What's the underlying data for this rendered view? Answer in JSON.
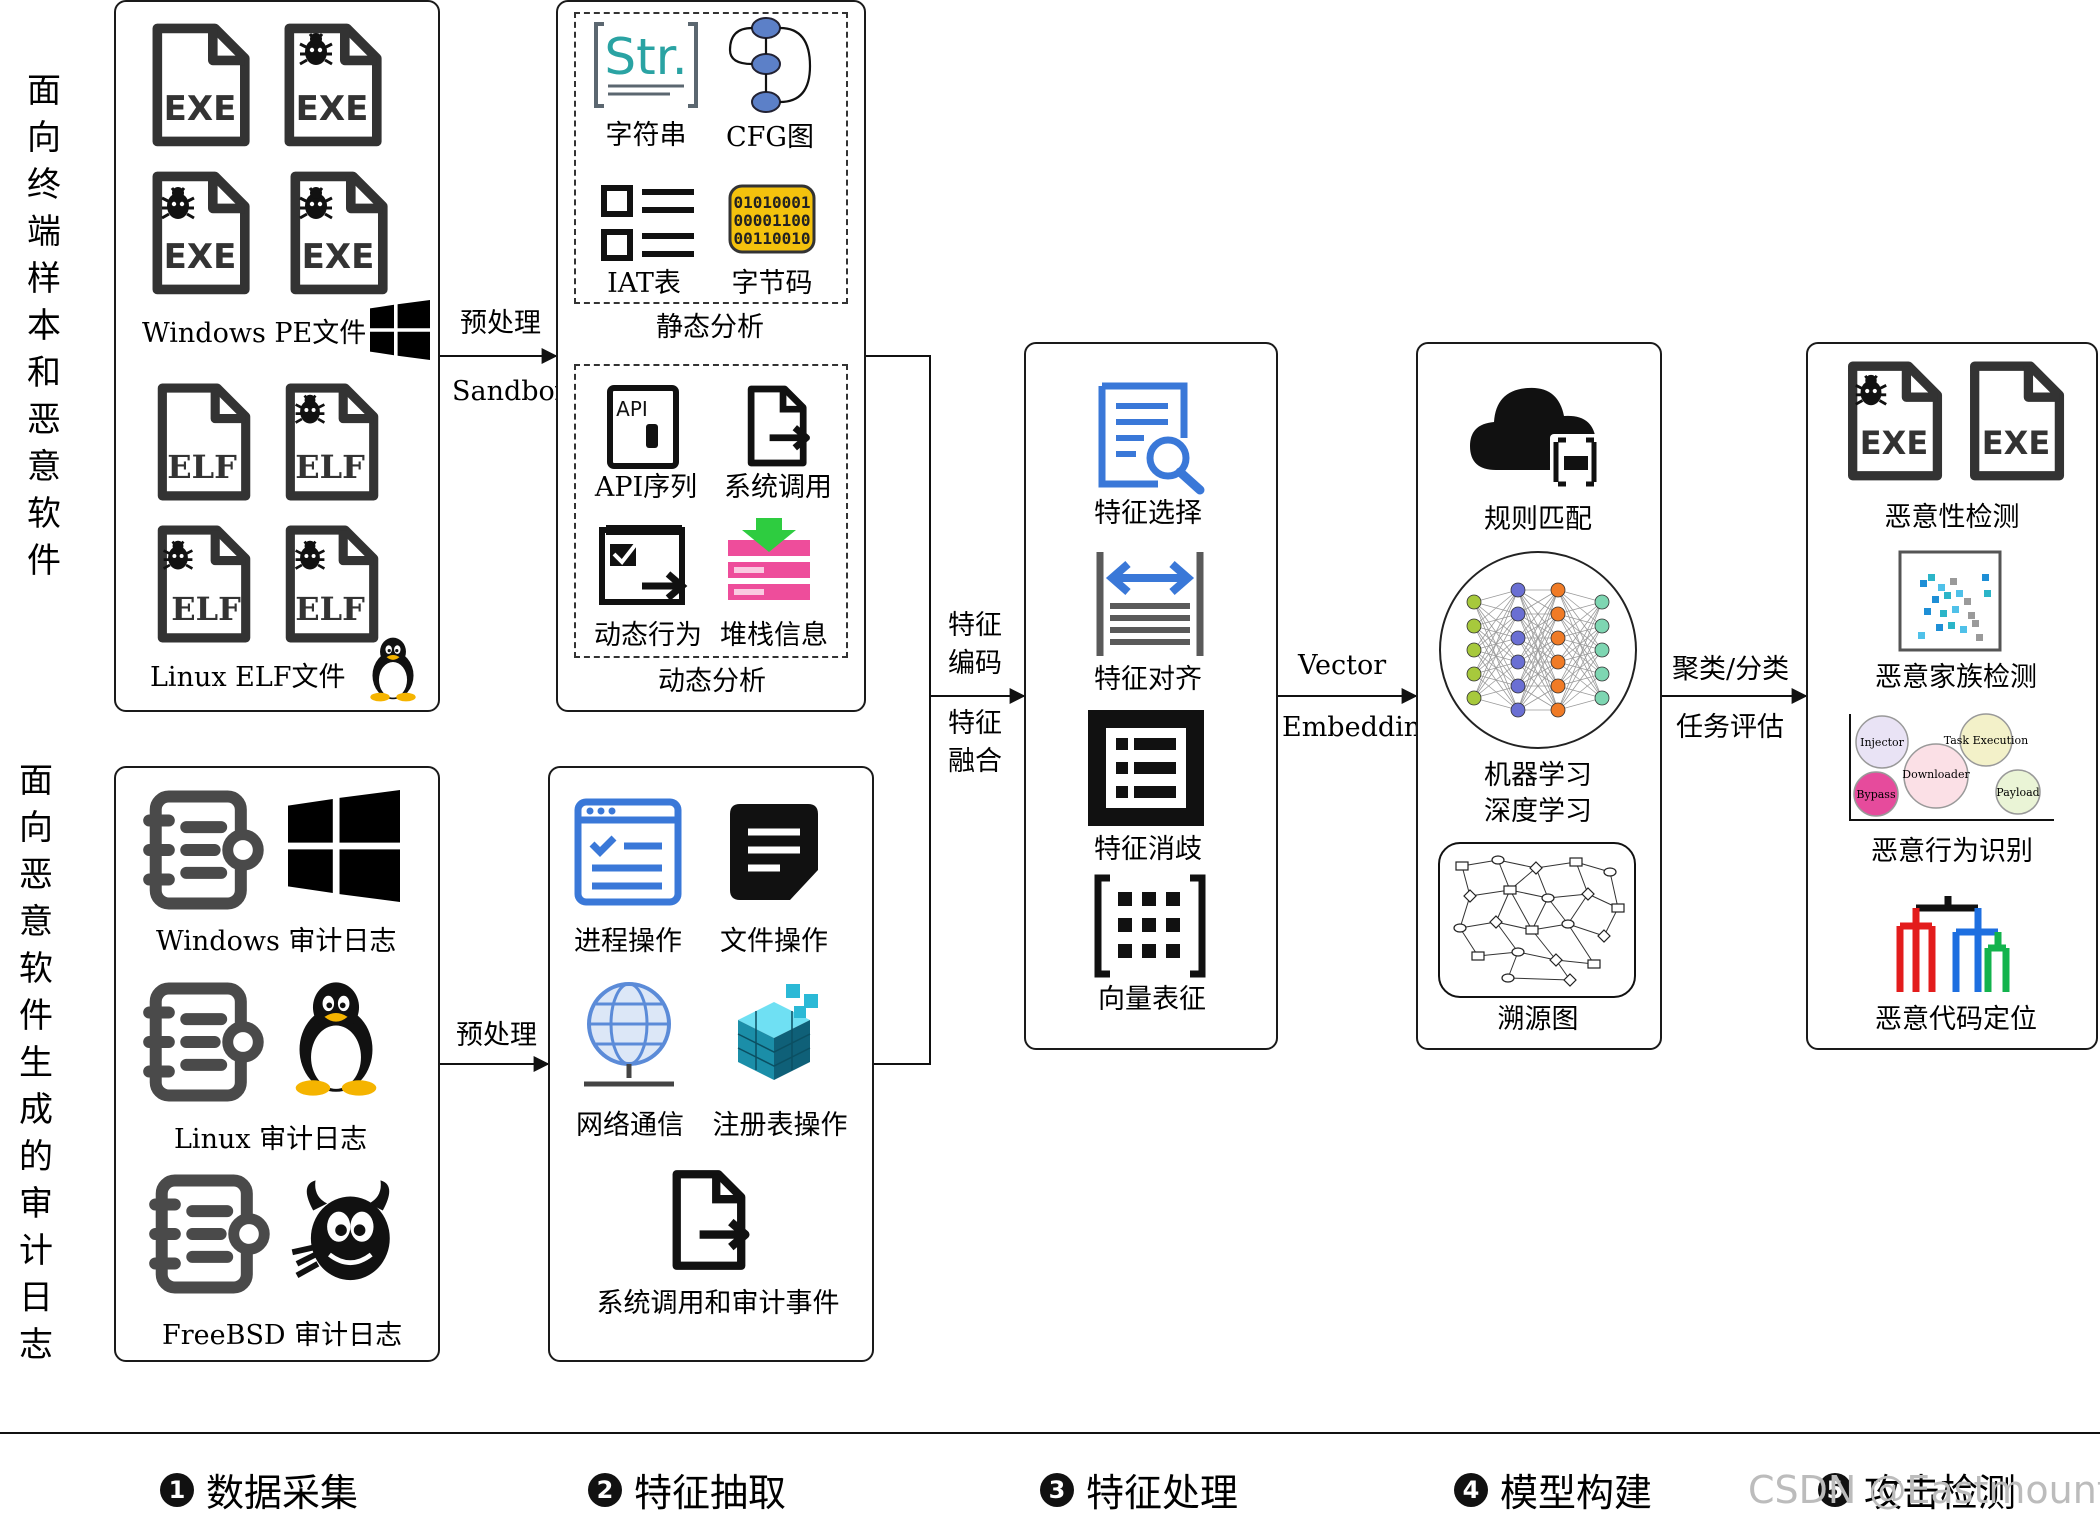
{
  "left_titles": {
    "terminal": [
      "面",
      "向",
      "终",
      "端",
      "样",
      "本",
      "和",
      "恶",
      "意",
      "软",
      "件"
    ],
    "audit": [
      "面",
      "向",
      "恶",
      "意",
      "软",
      "件",
      "生",
      "成",
      "的",
      "审",
      "计",
      "日",
      "志"
    ]
  },
  "data_collection": {
    "exe_label": "EXE",
    "elf_label": "ELF",
    "windows_pe": "Windows PE文件",
    "linux_elf": "Linux ELF文件",
    "windows_audit": "Windows 审计日志",
    "linux_audit": "Linux 审计日志",
    "freebsd_audit": "FreeBSD 审计日志"
  },
  "arrows": {
    "preprocess_top": "预处理",
    "sandbox": "Sandbox",
    "preprocess_bottom": "预处理",
    "feature_encoding": [
      "特征",
      "编码"
    ],
    "feature_fusion": [
      "特征",
      "融合"
    ],
    "vector": "Vector",
    "embedding": "Embedding",
    "cluster": "聚类/分类",
    "task_eval": "任务评估"
  },
  "static_analysis": {
    "title": "静态分析",
    "string_icon_text": "Str.",
    "string": "字符串",
    "cfg": "CFG图",
    "iat": "IAT表",
    "bytecode": "字节码",
    "bytecode_bits": [
      "01010001",
      "00001100",
      "00110010"
    ]
  },
  "dynamic_analysis": {
    "title": "动态分析",
    "api_icon_text": "API",
    "api_seq": "API序列",
    "syscall": "系统调用",
    "dyn_behavior": "动态行为",
    "stack_info": "堆栈信息"
  },
  "audit_features": {
    "process": "进程操作",
    "file": "文件操作",
    "network": "网络通信",
    "registry": "注册表操作",
    "syscall_audit": "系统调用和审计事件"
  },
  "feature_processing": {
    "select": "特征选择",
    "align": "特征对齐",
    "disambig": "特征消歧",
    "vector": "向量表征"
  },
  "model": {
    "rule": "规则匹配",
    "ml": "机器学习",
    "dl": "深度学习",
    "prov": "溯源图"
  },
  "detection": {
    "exe_label": "EXE",
    "malicious": "恶意性检测",
    "family": "恶意家族检测",
    "behavior": "恶意行为识别",
    "locate": "恶意代码定位",
    "venn": [
      "Injector",
      "Task Execution",
      "Downloader",
      "Bypass",
      "Payload"
    ]
  },
  "stages": [
    {
      "num": "1",
      "label": "数据采集"
    },
    {
      "num": "2",
      "label": "特征抽取"
    },
    {
      "num": "3",
      "label": "特征处理"
    },
    {
      "num": "4",
      "label": "模型构建"
    },
    {
      "num": "5",
      "label": "攻击检测"
    }
  ],
  "watermark": "CSDN @Eastmount",
  "colors": {
    "accent_blue": "#3a78d8",
    "bytecode_yellow": "#f4c20d",
    "stack_pink": "#ee4d9b",
    "stack_green": "#2ecc40",
    "tree_red": "#e31c1c",
    "tree_blue": "#1e6fe0",
    "tree_green": "#13b34d"
  }
}
